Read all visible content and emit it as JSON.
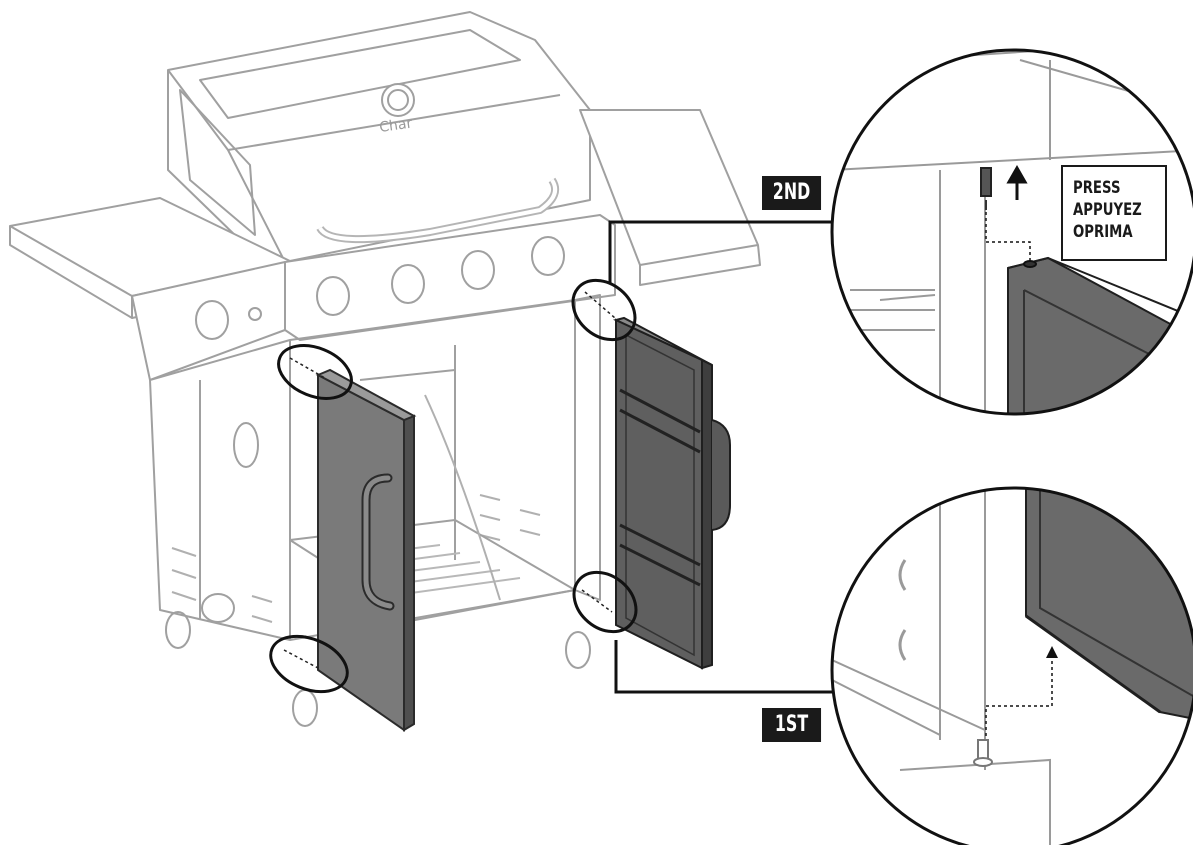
{
  "steps": {
    "second": "2ND",
    "first": "1ST"
  },
  "callout": {
    "lines": [
      "PRESS",
      "APPUYEZ",
      "OPRIMA"
    ]
  },
  "colors": {
    "line": "#2b2b2b",
    "light_line": "#9a9a9a",
    "door_fill": "#7a7a7a",
    "door_dark": "#4f4f4f",
    "tag_bg": "#1a1a1a"
  },
  "icons": [
    "press-up-arrow-icon",
    "pivot-pin-icon",
    "grill-logo"
  ]
}
